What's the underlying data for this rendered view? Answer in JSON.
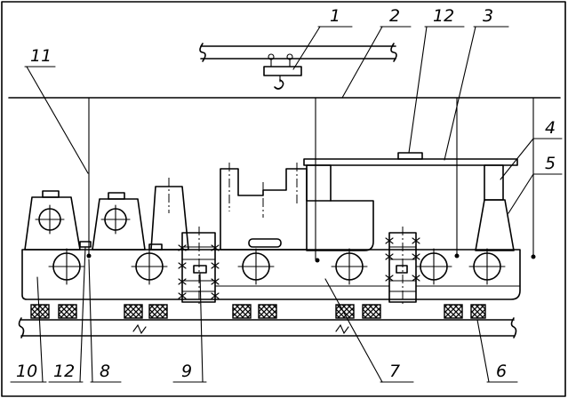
{
  "callouts": [
    "1",
    "2",
    "12",
    "3",
    "4",
    "5",
    "11",
    "10",
    "12",
    "8",
    "9",
    "7",
    "6"
  ]
}
